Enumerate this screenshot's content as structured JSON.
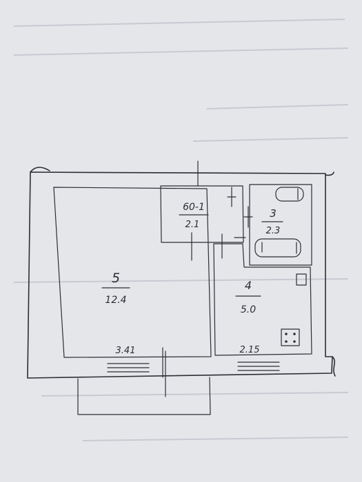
{
  "floor_plan": {
    "rooms": [
      {
        "id": "room-5",
        "number": "5",
        "area": "12.4"
      },
      {
        "id": "room-4",
        "number": "4",
        "area": "5.0"
      },
      {
        "id": "room-60-1",
        "number": "60-1",
        "area": "2.1"
      },
      {
        "id": "room-3",
        "number": "3",
        "area": "2.3"
      }
    ],
    "dimensions": {
      "left_width": "3.41",
      "right_width": "2.15"
    }
  }
}
